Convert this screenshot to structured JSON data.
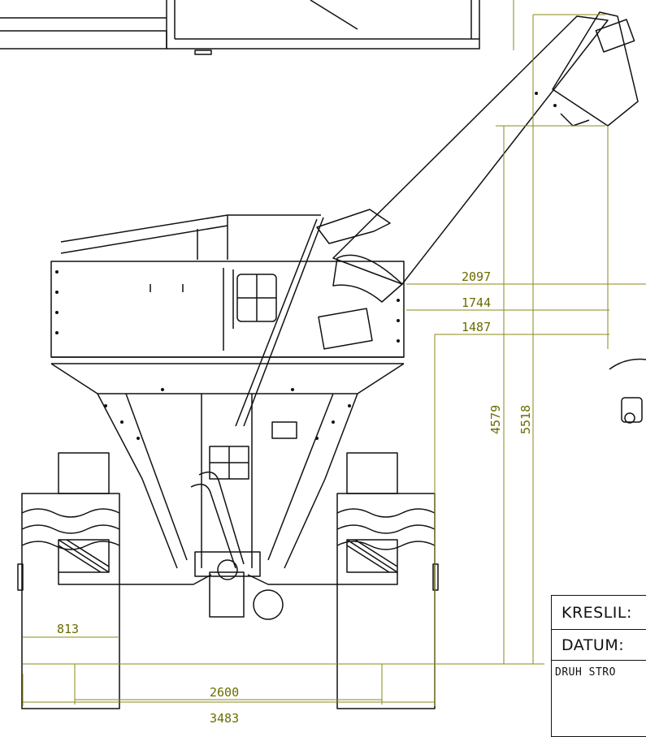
{
  "colors": {
    "line": "#111111",
    "dimension": "#8a8a1a",
    "dimension_text": "#6b6b00",
    "background": "#ffffff"
  },
  "dimensions": {
    "d_2097": "2097",
    "d_1744": "1744",
    "d_1487": "1487",
    "d_4579": "4579",
    "d_5518": "5518",
    "d_813": "813",
    "d_2600": "2600",
    "d_3483": "3483"
  },
  "title_block": {
    "drawn_by_label": "KRESLIL:",
    "date_label": "DATUM:",
    "machine_type_label": "DRUH STRO"
  }
}
